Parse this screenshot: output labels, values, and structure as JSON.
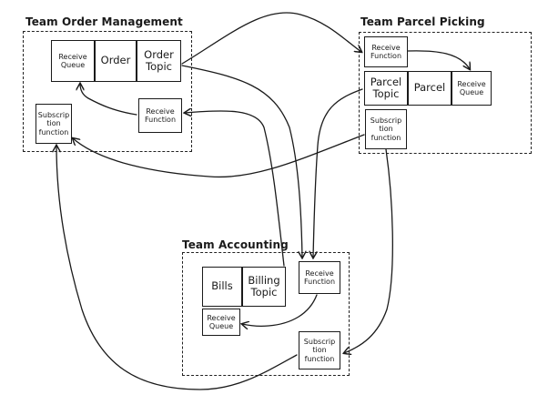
{
  "teams": {
    "order_management": {
      "title": "Team Order Management",
      "receive_queue": "Receive Queue",
      "order": "Order",
      "order_topic": "Order Topic",
      "receive_function": "Receive Function",
      "subscription_function": "Subscrip tion function"
    },
    "parcel_picking": {
      "title": "Team Parcel Picking",
      "receive_function": "Receive Function",
      "parcel_topic": "Parcel Topic",
      "parcel": "Parcel",
      "receive_queue": "Receive Queue",
      "subscription_function": "Subscrip tion function"
    },
    "accounting": {
      "title": "Team Accounting",
      "bills": "Bills",
      "billing_topic": "Billing Topic",
      "receive_function": "Receive Function",
      "receive_queue": "Receive Queue",
      "subscription_function": "Subscrip tion function"
    }
  },
  "colors": {
    "stroke": "#1a1a1a",
    "background": "#ffffff"
  }
}
